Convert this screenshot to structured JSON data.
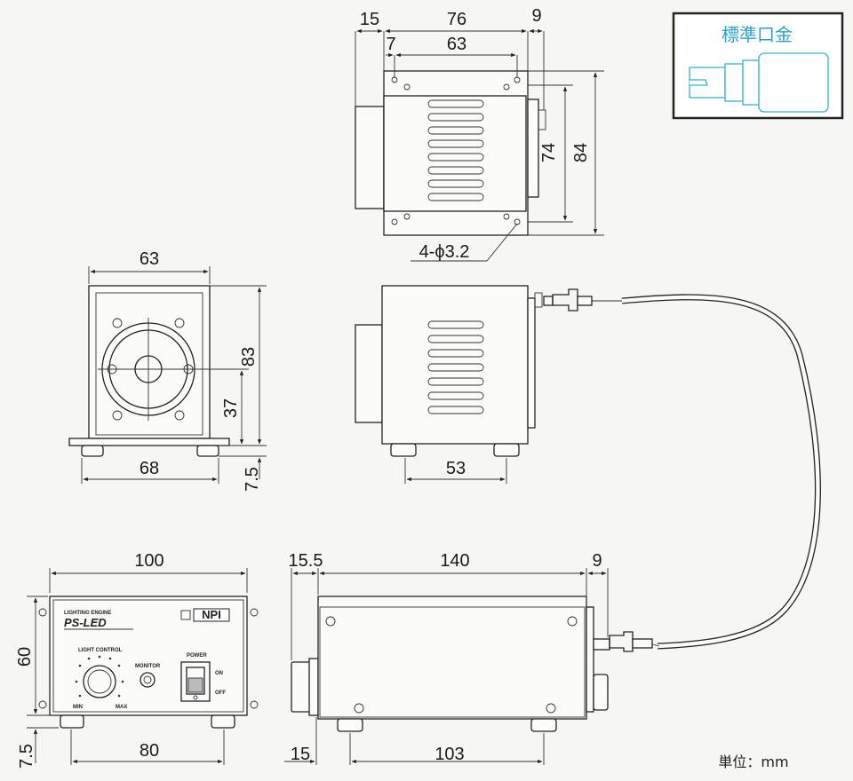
{
  "dimensions": {
    "top": {
      "w15": "15",
      "w76": "76",
      "w9": "9",
      "w7": "7",
      "w63": "63",
      "h74": "74",
      "h84": "84",
      "hole": "4-ϕ3.2"
    },
    "front": {
      "w63": "63",
      "h83": "83",
      "h37": "37",
      "w68": "68",
      "h75": "7.5"
    },
    "side": {
      "w53": "53"
    },
    "panel": {
      "w100": "100",
      "h60": "60",
      "w80": "80",
      "h75": "7.5"
    },
    "long": {
      "w155": "15.5",
      "w140": "140",
      "w9": "9",
      "w15": "15",
      "w103": "103"
    }
  },
  "inset": {
    "title": "標準口金"
  },
  "panel_labels": {
    "lighting_engine": "LIGHTING ENGINE",
    "brand": "PS-LED",
    "logo": "NPI",
    "light_control": "LIGHT CONTROL",
    "min": "MIN",
    "max": "MAX",
    "monitor": "MONITOR",
    "power": "POWER",
    "on": "ON",
    "off": "OFF"
  },
  "units": "単位：mm"
}
